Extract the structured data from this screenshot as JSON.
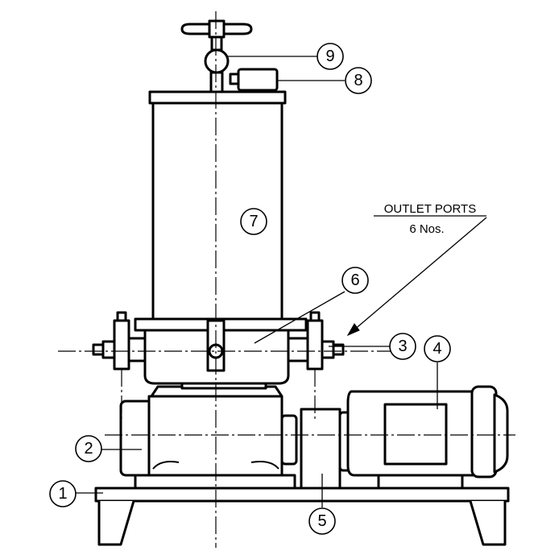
{
  "callouts": [
    {
      "id": "1",
      "label": "1"
    },
    {
      "id": "2",
      "label": "2"
    },
    {
      "id": "3",
      "label": "3"
    },
    {
      "id": "4",
      "label": "4"
    },
    {
      "id": "5",
      "label": "5"
    },
    {
      "id": "6",
      "label": "6"
    },
    {
      "id": "7",
      "label": "7"
    },
    {
      "id": "8",
      "label": "8"
    },
    {
      "id": "9",
      "label": "9"
    }
  ],
  "annotation": {
    "line1": "OUTLET PORTS",
    "line2": "6 Nos."
  }
}
